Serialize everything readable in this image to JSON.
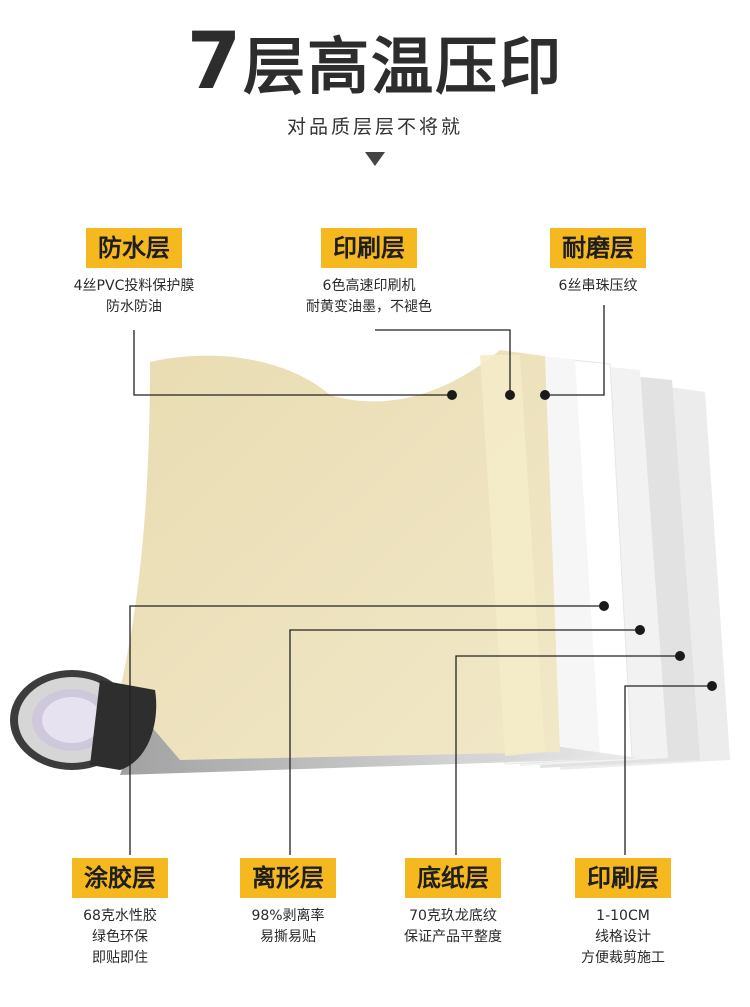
{
  "header": {
    "title_num": "7",
    "title_text": "层高温压印",
    "subtitle": "对品质层层不将就"
  },
  "top_layers": [
    {
      "label": "防水层",
      "lines": [
        "4丝PVC投料保护膜",
        "防水防油"
      ]
    },
    {
      "label": "印刷层",
      "lines": [
        "6色高速印刷机",
        "耐黄变油墨，不褪色"
      ]
    },
    {
      "label": "耐磨层",
      "lines": [
        "6丝串珠压纹"
      ]
    }
  ],
  "bottom_layers": [
    {
      "label": "涂胶层",
      "lines": [
        "68克水性胶",
        "绿色环保",
        "即贴即住"
      ]
    },
    {
      "label": "离形层",
      "lines": [
        "98%剥离率",
        "易撕易贴"
      ]
    },
    {
      "label": "底纸层",
      "lines": [
        "70克玖龙底纹",
        "保证产品平整度"
      ]
    },
    {
      "label": "印刷层",
      "lines": [
        "1-10CM",
        "线格设计",
        "方便裁剪施工"
      ]
    }
  ],
  "colors": {
    "label_bg": "#f5b81f",
    "sheet_main": "#eee3c0",
    "text_dark": "#2d2d2d"
  }
}
